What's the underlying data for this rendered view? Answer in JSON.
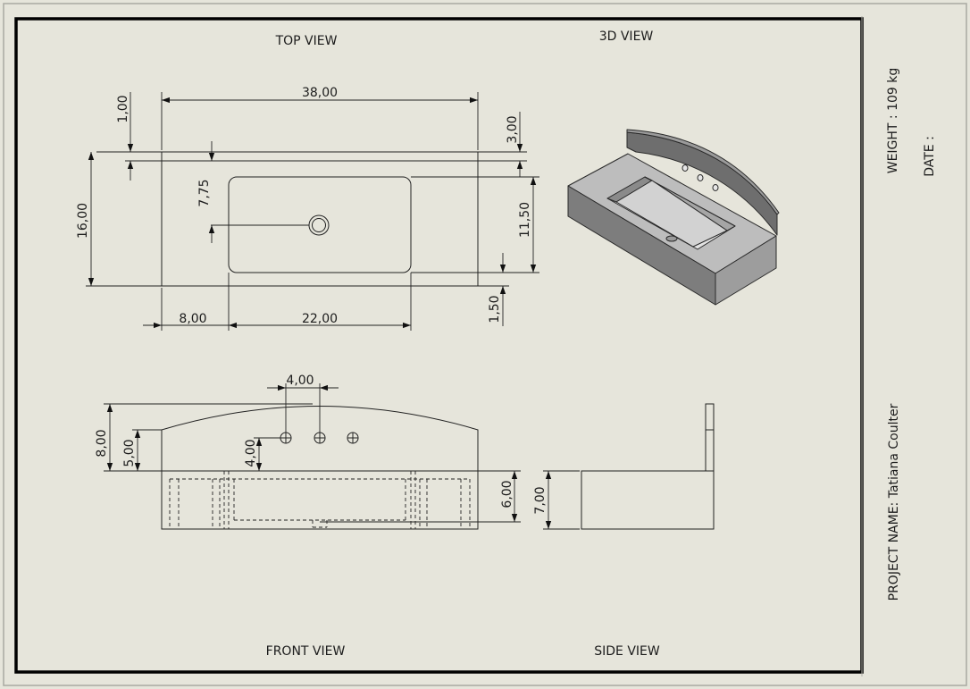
{
  "views": {
    "top": "TOP VIEW",
    "iso": "3D VIEW",
    "front": "FRONT VIEW",
    "side": "SIDE VIEW"
  },
  "dimensions": {
    "top_width": "38,00",
    "top_lip": "1,00",
    "top_drain_offset": "7,75",
    "top_backsplash": "3,00",
    "top_depth": "16,00",
    "top_basin_depth": "11,50",
    "top_front_margin": "1,50",
    "top_left_offset": "8,00",
    "top_basin_width": "22,00",
    "front_hole_spacing": "4,00",
    "front_overall_height": "8,00",
    "front_splash_height": "5,00",
    "front_hole_height": "4,00",
    "front_body_height": "6,00",
    "side_height": "7,00"
  },
  "title_block": {
    "weight": "WEIGHT : 109 kg",
    "date": "DATE :",
    "project": "PROJECT NAME: Tatiana Coulter"
  }
}
